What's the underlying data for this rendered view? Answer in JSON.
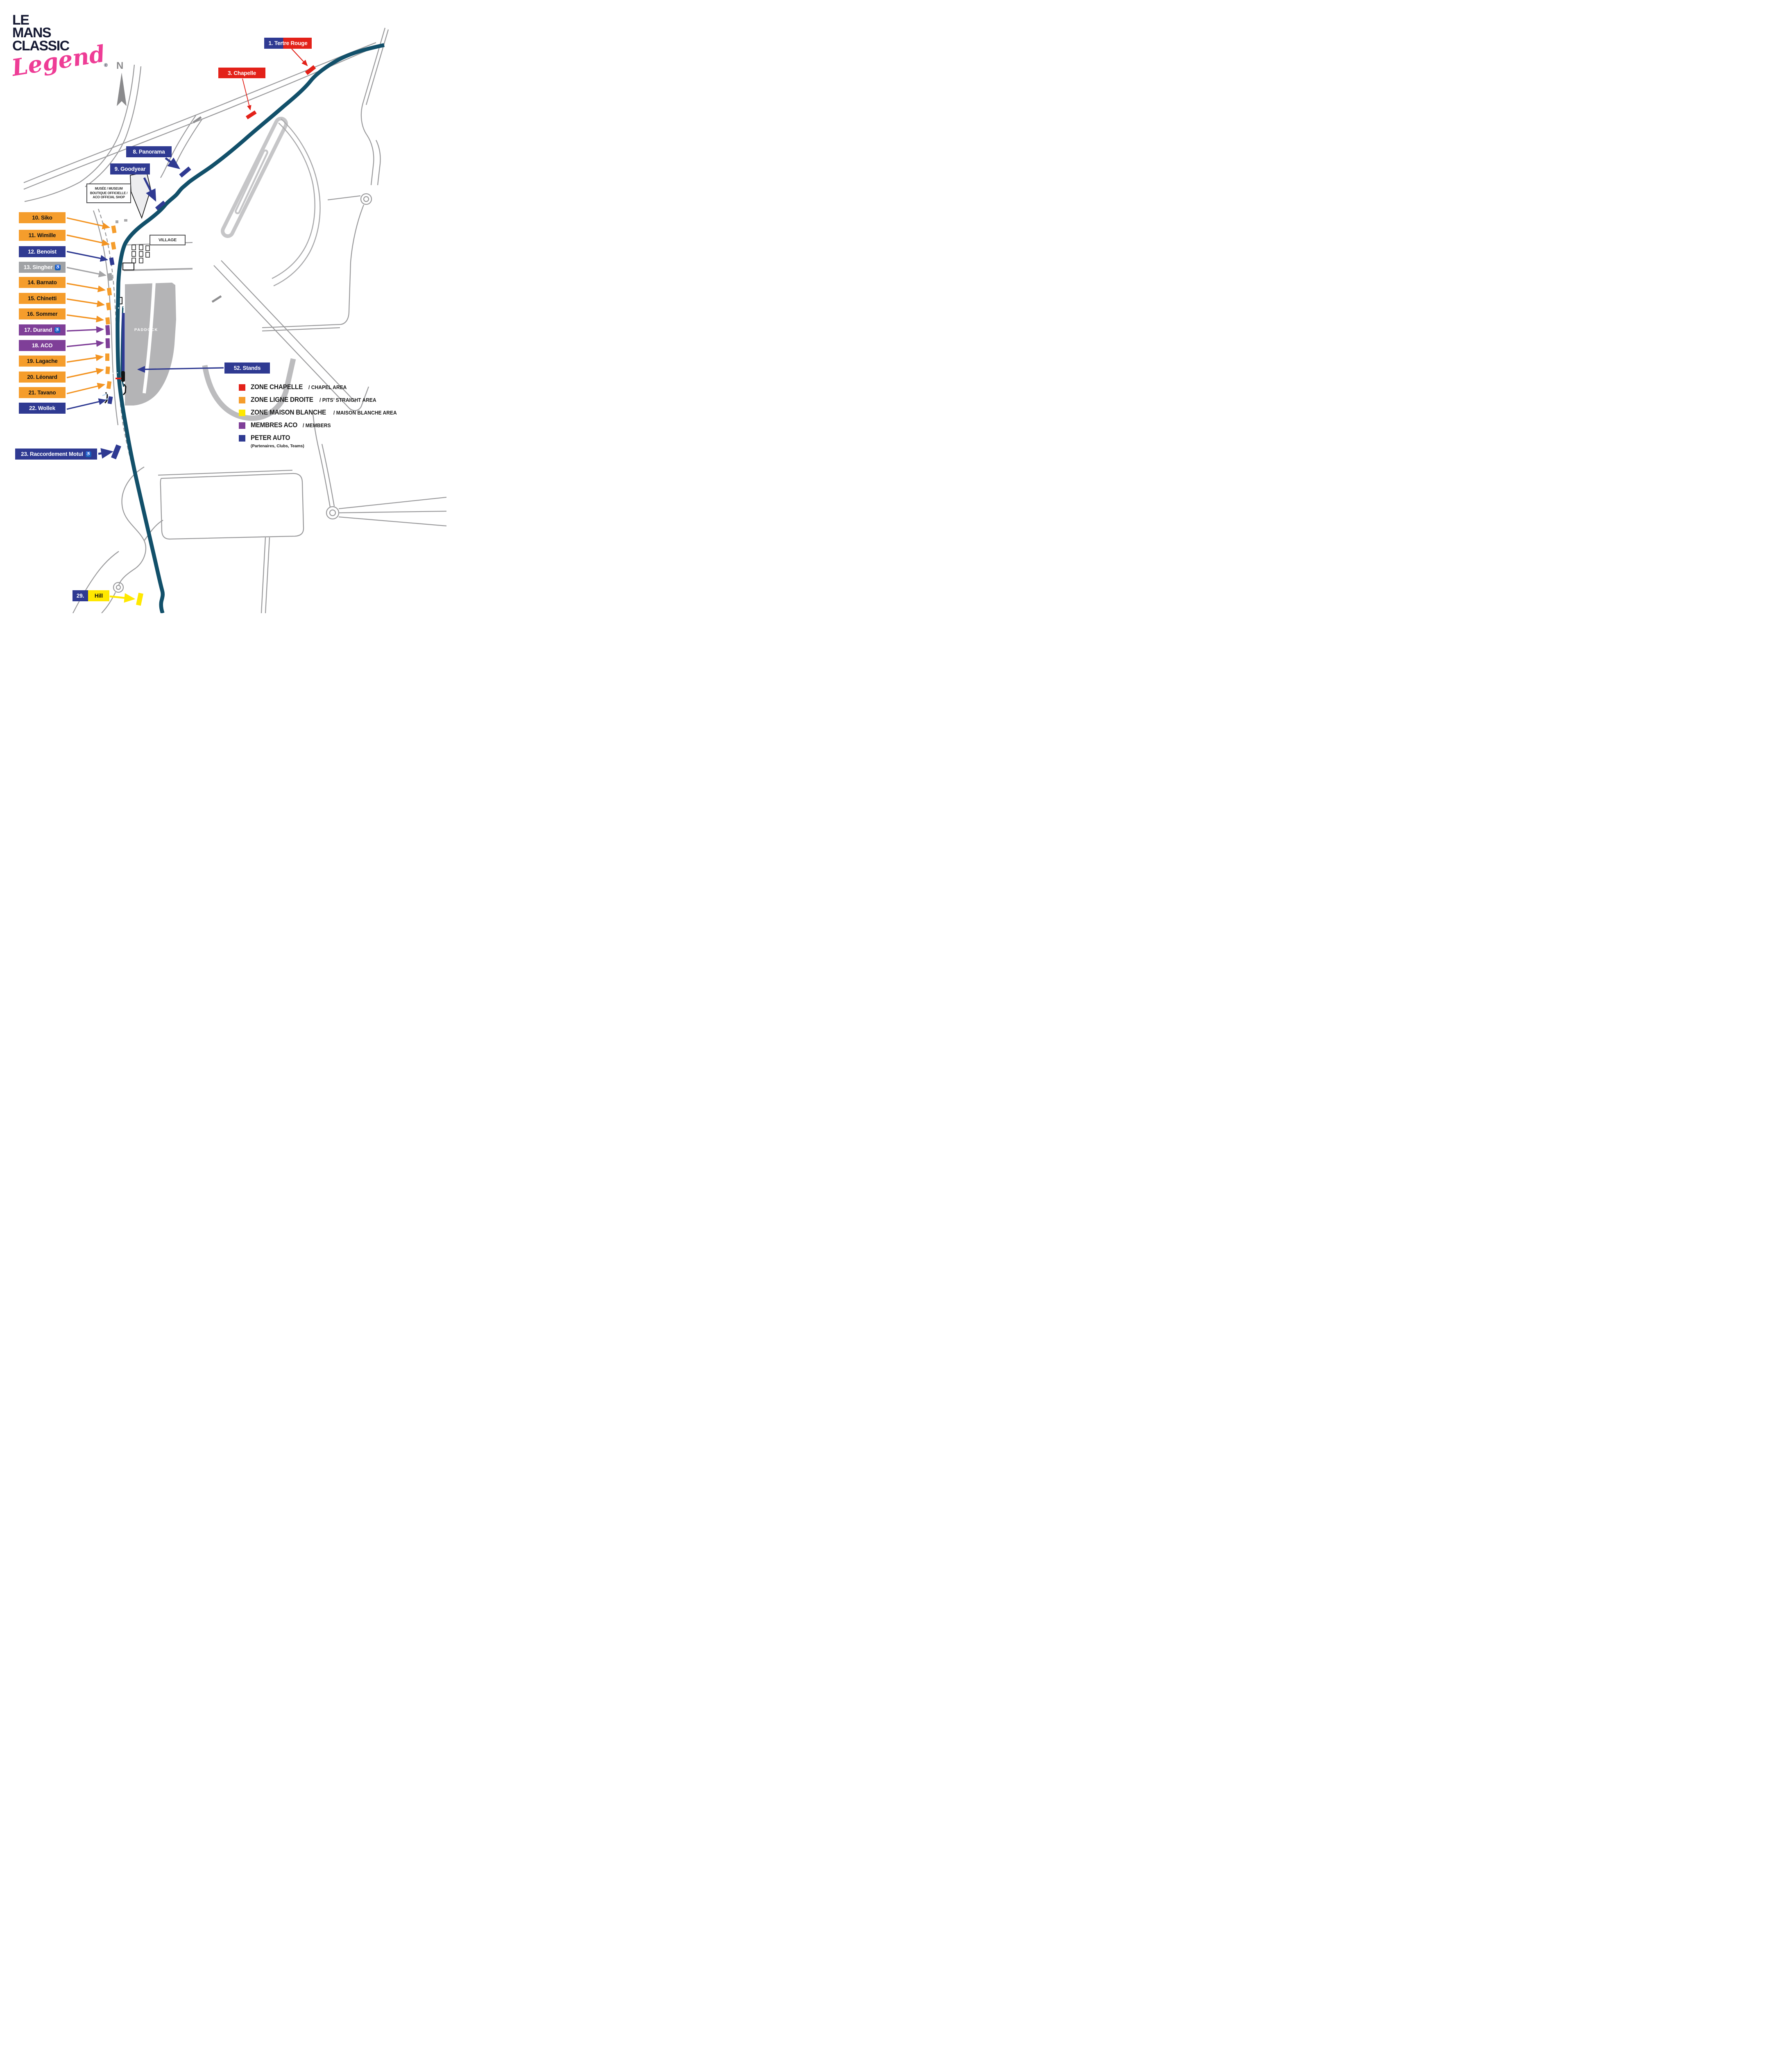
{
  "logo": {
    "line1": "LE",
    "line2": "MANS",
    "line3": "CLASSIC",
    "script": "Legend",
    "registered": "®"
  },
  "compass": {
    "north_label": "N"
  },
  "museum": {
    "line1": "MUSÉE / MUSEUM",
    "line2": "BOUTIQUE OFFICIELLE /",
    "line3": "ACO OFFICIAL SHOP"
  },
  "areas": {
    "village": "VILLAGE",
    "paddock": "PADDOCK"
  },
  "tribune_labels": {
    "tertre_rouge": "1. Tertre Rouge",
    "chapelle": "3. Chapelle",
    "panorama": "8. Panorama",
    "goodyear": "9. Goodyear",
    "siko": "10. Siko",
    "wimille": "11. Wimille",
    "benoist": "12. Benoist",
    "singher": "13. Singher",
    "barnato": "14. Barnato",
    "chinetti": "15. Chinetti",
    "sommer": "16. Sommer",
    "durand": "17. Durand",
    "aco": "18. ACO",
    "lagache": "19. Lagache",
    "leonard": "20. Léonard",
    "tavano": "21. Tavano",
    "wollek": "22. Wollek",
    "raccordement_motul": "23. Raccordement Motul",
    "stands": "52. Stands",
    "hill_num": "29.",
    "hill_name": "Hill",
    "wheelchair_icon": "♿"
  },
  "legend": {
    "items": [
      {
        "swatch": "#e32119",
        "label": "ZONE CHAPELLE",
        "sublabel": "/ CHAPEL AREA",
        "note": ""
      },
      {
        "swatch": "#f59d2c",
        "label": "ZONE LIGNE DROITE",
        "sublabel": "/ PITS’ STRAIGHT AREA",
        "note": ""
      },
      {
        "swatch": "#ffe800",
        "label": "ZONE MAISON BLANCHE",
        "sublabel": "/ MAISON BLANCHE AREA",
        "note": ""
      },
      {
        "swatch": "#7f3f98",
        "label": "MEMBRES ACO",
        "sublabel": "/ MEMBERS",
        "note": ""
      },
      {
        "swatch": "#2f3a92",
        "label": "PETER AUTO",
        "sublabel": "",
        "note": "(Partenaires, Clubs, Teams)"
      }
    ]
  },
  "colors": {
    "track_teal": "#12506a",
    "road_gray": "#9b9b9d",
    "circuit_light_gray": "#c6c6c8",
    "zone_red": "#e32119",
    "zone_orange": "#f59d2c",
    "zone_yellow": "#ffe800",
    "members_purple": "#7f3f98",
    "peter_auto_blue": "#2f3a92",
    "label_gray": "#a0a2a5",
    "wheelchair_blue": "#1a63b5",
    "logo_pink": "#ee3d96",
    "logo_navy": "#161a33"
  }
}
